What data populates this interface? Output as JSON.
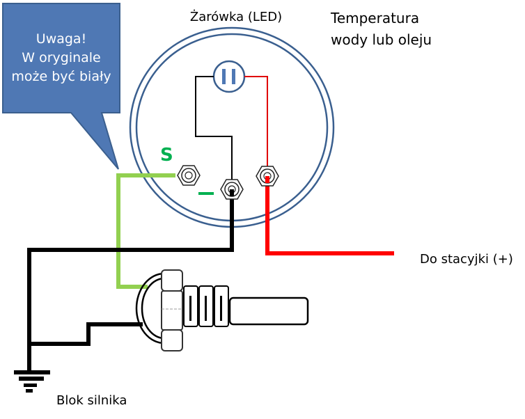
{
  "diagram": {
    "title": "Temperatura wody lub oleju",
    "title_lines": [
      "Temperatura",
      "wody lub oleju"
    ],
    "lamp_label": "Żarówka (LED)",
    "callout": {
      "lines": [
        "Uwaga!",
        "W oryginale",
        "może być biały"
      ]
    },
    "terminals": {
      "signal_label": "S",
      "ground_label": "–"
    },
    "ignition_label": "Do stacyjki (+)",
    "engine_block_label": "Blok silnika",
    "colors": {
      "gauge_ring": "#3a5f8f",
      "callout_fill": "#4f78b4",
      "callout_border": "#3b5f8e",
      "signal_wire": "#92d050",
      "signal_label": "#00b050",
      "ground_wire": "#000000",
      "power_wire": "#ff0000",
      "thin_power_wire": "#e00000"
    }
  }
}
